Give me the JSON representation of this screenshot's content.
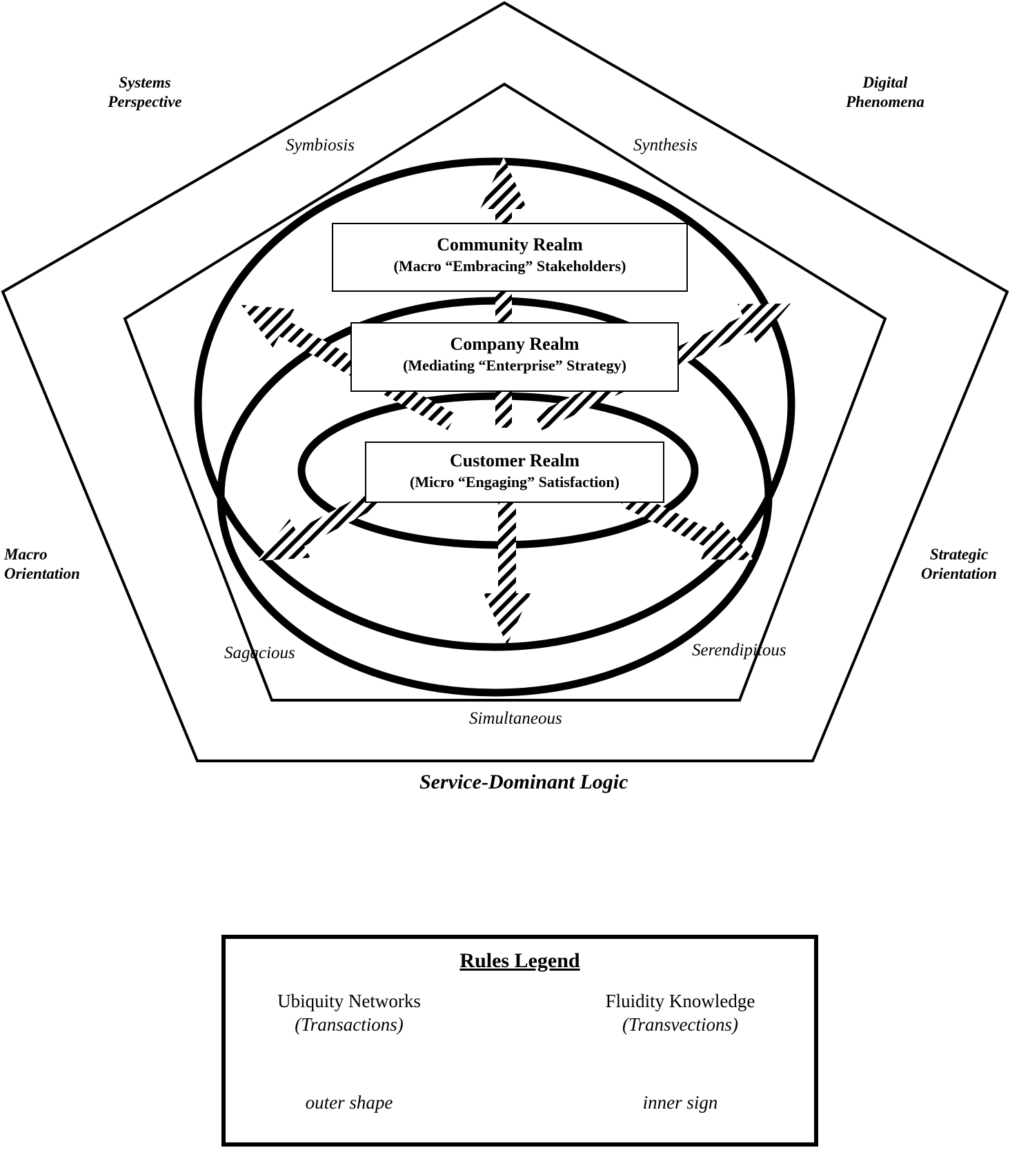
{
  "diagram": {
    "title": "Service-Dominant Logic",
    "corner_labels": {
      "top_left": [
        "Systems",
        "Perspective"
      ],
      "top_right": [
        "Digital",
        "Phenomena"
      ],
      "left": [
        "Macro",
        "Orientation"
      ],
      "right": [
        "Strategic",
        "Orientation"
      ]
    },
    "edge_labels": {
      "upper_left": "Symbiosis",
      "upper_right": "Synthesis",
      "lower_left": "Sagacious",
      "lower_right": "Serendipitous",
      "bottom": "Simultaneous"
    },
    "realms": [
      {
        "title": "Community Realm",
        "subtitle": "(Macro “Embracing” Stakeholders)"
      },
      {
        "title": "Company Realm",
        "subtitle": "(Mediating “Enterprise” Strategy)"
      },
      {
        "title": "Customer Realm",
        "subtitle": "(Micro “Engaging” Satisfaction)"
      }
    ],
    "colors": {
      "ink": "#000000",
      "paper": "#ffffff"
    }
  },
  "legend": {
    "heading": "Rules Legend",
    "items": [
      {
        "title": "Ubiquity Networks",
        "subtitle": "(Transactions)",
        "note": "outer shape",
        "symbol": "double-arrow-outline"
      },
      {
        "title": "Fluidity Knowledge",
        "subtitle": "(Transvections)",
        "note": "inner sign",
        "symbol": "hatched-bar"
      }
    ]
  }
}
